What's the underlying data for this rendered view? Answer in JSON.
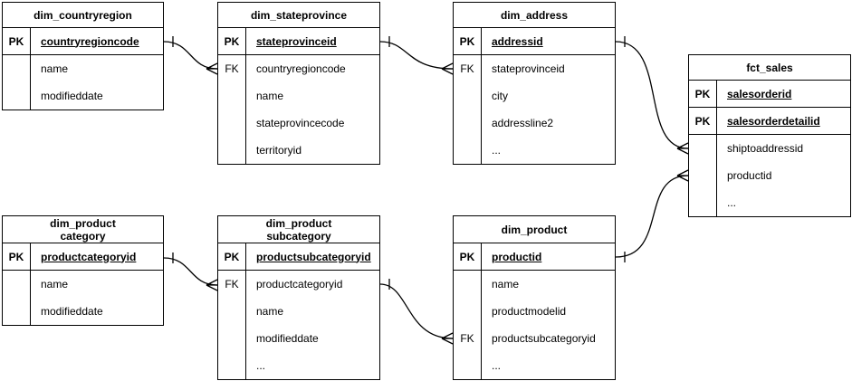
{
  "diagram": {
    "type": "entity-relationship",
    "colors": {
      "stroke": "#000000",
      "fill": "#ffffff",
      "text": "#000000"
    },
    "tables": {
      "countryregion": {
        "title": "dim_countryregion",
        "keys": [
          {
            "label": "PK",
            "field": "countryregioncode"
          }
        ],
        "rows": [
          {
            "label": "",
            "field": "name"
          },
          {
            "label": "",
            "field": "modifieddate"
          }
        ]
      },
      "stateprovince": {
        "title": "dim_stateprovince",
        "keys": [
          {
            "label": "PK",
            "field": "stateprovinceid"
          }
        ],
        "rows": [
          {
            "label": "FK",
            "field": "countryregioncode"
          },
          {
            "label": "",
            "field": "name"
          },
          {
            "label": "",
            "field": "stateprovincecode"
          },
          {
            "label": "",
            "field": "territoryid"
          }
        ]
      },
      "address": {
        "title": "dim_address",
        "keys": [
          {
            "label": "PK",
            "field": "addressid"
          }
        ],
        "rows": [
          {
            "label": "FK",
            "field": "stateprovinceid"
          },
          {
            "label": "",
            "field": "city"
          },
          {
            "label": "",
            "field": "addressline2"
          },
          {
            "label": "",
            "field": "..."
          }
        ]
      },
      "fct_sales": {
        "title": "fct_sales",
        "keys": [
          {
            "label": "PK",
            "field": "salesorderid"
          },
          {
            "label": "PK",
            "field": "salesorderdetailid"
          }
        ],
        "rows": [
          {
            "label": "",
            "field": "shiptoaddressid"
          },
          {
            "label": "",
            "field": "productid"
          },
          {
            "label": "",
            "field": "..."
          }
        ]
      },
      "category": {
        "title": "dim_product\ncategory",
        "keys": [
          {
            "label": "PK",
            "field": "productcategoryid"
          }
        ],
        "rows": [
          {
            "label": "",
            "field": "name"
          },
          {
            "label": "",
            "field": "modifieddate"
          }
        ]
      },
      "subcategory": {
        "title": "dim_product\nsubcategory",
        "keys": [
          {
            "label": "PK",
            "field": "productsubcategoryid"
          }
        ],
        "rows": [
          {
            "label": "FK",
            "field": "productcategoryid"
          },
          {
            "label": "",
            "field": "name"
          },
          {
            "label": "",
            "field": "modifieddate"
          },
          {
            "label": "",
            "field": "..."
          }
        ]
      },
      "product": {
        "title": "dim_product",
        "keys": [
          {
            "label": "PK",
            "field": "productid"
          }
        ],
        "rows": [
          {
            "label": "",
            "field": "name"
          },
          {
            "label": "",
            "field": "productmodelid"
          },
          {
            "label": "FK",
            "field": "productsubcategoryid"
          },
          {
            "label": "",
            "field": "..."
          }
        ]
      }
    },
    "relationships": [
      {
        "from": "dim_countryregion.countryregioncode",
        "to": "dim_stateprovince.countryregioncode",
        "cardinality": "one-to-many"
      },
      {
        "from": "dim_stateprovince.stateprovinceid",
        "to": "dim_address.stateprovinceid",
        "cardinality": "one-to-many"
      },
      {
        "from": "dim_address.addressid",
        "to": "fct_sales.shiptoaddressid",
        "cardinality": "one-to-many"
      },
      {
        "from": "dim_product.productid",
        "to": "fct_sales.productid",
        "cardinality": "one-to-many"
      },
      {
        "from": "dim_productcategory.productcategoryid",
        "to": "dim_productsubcategory.productcategoryid",
        "cardinality": "one-to-many"
      },
      {
        "from": "dim_productsubcategory.productsubcategoryid",
        "to": "dim_product.productsubcategoryid",
        "cardinality": "one-to-many"
      }
    ]
  }
}
